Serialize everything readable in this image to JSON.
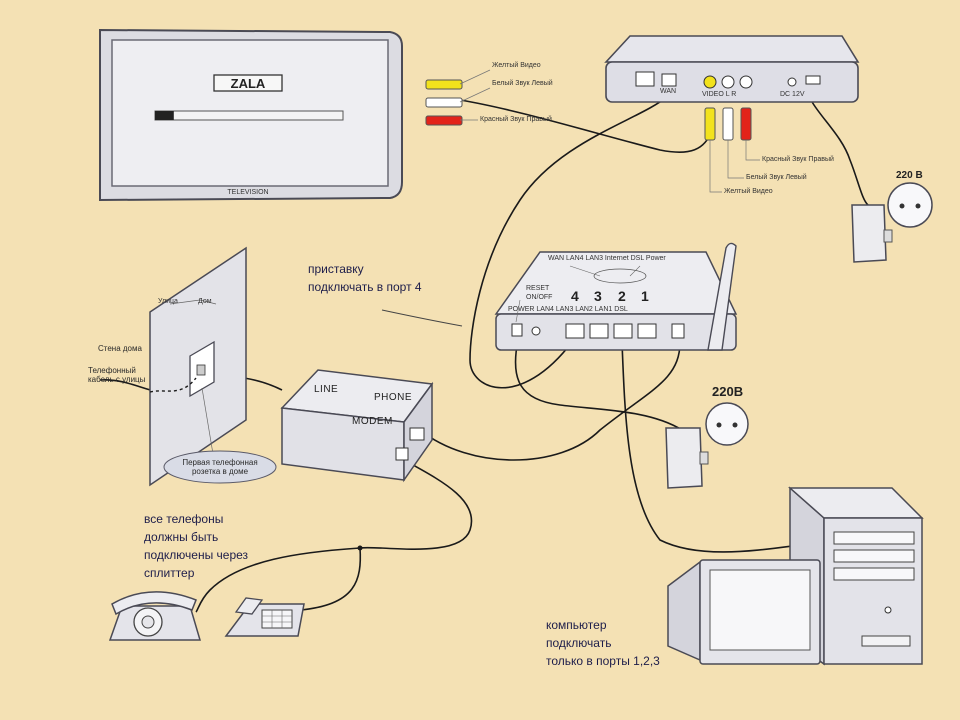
{
  "tv": {
    "logo": "ZALA",
    "caption": "TELEVISION",
    "progress": 0.1
  },
  "tv_cables": {
    "yellow_label": "Желтый Видео",
    "white_label": "Белый Звук Левый",
    "red_label": "Красный Звук Правый"
  },
  "settop": {
    "port_eth": "WAN",
    "port_av": "VIDEO  L   R",
    "port_power": "DC 12V",
    "cable_red": "Красный Звук Правый",
    "cable_white": "Белый Звук Левый",
    "cable_yellow": "Желтый Видео"
  },
  "power_top": {
    "label": "220 В"
  },
  "power_mid": {
    "label": "220В"
  },
  "wall": {
    "street_label": "Улица",
    "house_label": "Дом",
    "wall_label": "Стена дома",
    "cable_label": "Телефонный кабель с улицы",
    "socket_label": "Первая телефонная розетка в доме"
  },
  "router": {
    "top_labels": "WAN  LAN4  LAN3  Internet  DSL  Power",
    "left_labels": "RESET\nON/OFF",
    "ports_caption": "POWER   LAN4 LAN3 LAN2 LAN1     DSL",
    "ports": [
      "4",
      "3",
      "2",
      "1"
    ]
  },
  "splitter": {
    "line": "LINE",
    "phone": "PHONE",
    "modem": "MODEM"
  },
  "notes": {
    "settop_port": "приставку\nподключать в порт 4",
    "phones": "все телефоны\nдолжны быть\nподключены через\nсплиттер",
    "computer": "компьютер\nподключать\nтолько в порты 1,2,3"
  },
  "colors": {
    "background": "#f4e1b4",
    "device": "#e9e9ee",
    "outline": "#4a4a55",
    "yellow": "#f2e21c",
    "white": "#ffffff",
    "red": "#e2231a",
    "label_oval": "#d9dce6"
  }
}
